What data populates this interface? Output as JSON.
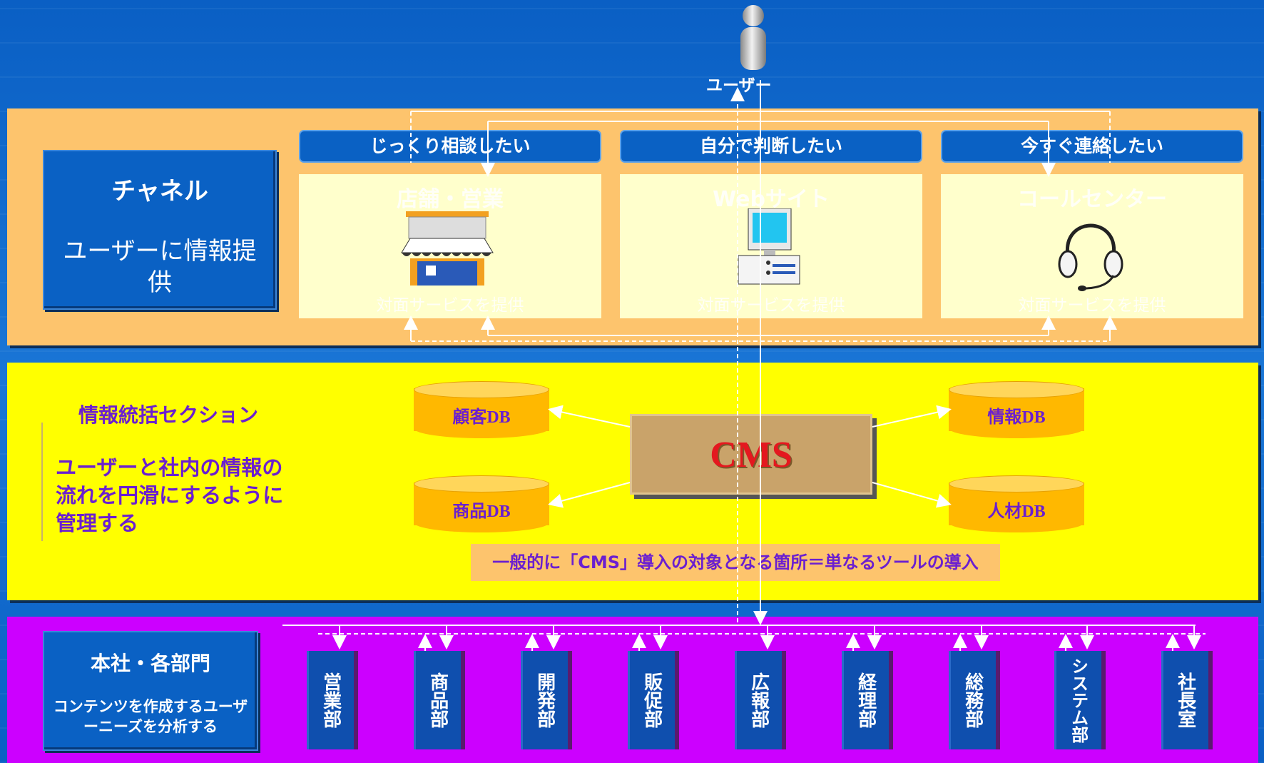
{
  "user": {
    "label": "ユーザー"
  },
  "channel": {
    "title": "チャネル",
    "subtitle": "ユーザーに情報提供",
    "needs": [
      "じっくり相談したい",
      "自分で判断したい",
      "今すぐ連絡したい"
    ],
    "panels": [
      {
        "title": "店舗・営業",
        "desc": "対面サービスを提供",
        "icon": "storefront-icon"
      },
      {
        "title": "Webサイト",
        "desc": "対面サービスを提供",
        "icon": "computer-icon"
      },
      {
        "title": "コールセンター",
        "desc": "対面サービスを提供",
        "icon": "headset-icon"
      }
    ]
  },
  "info": {
    "title": "情報統括セクション",
    "desc": "ユーザーと社内の情報の流れを円滑にするように管理する",
    "cms": "CMS",
    "dbs": [
      "顧客DB",
      "商品DB",
      "情報DB",
      "人材DB"
    ],
    "note": "一般的に「CMS」導入の対象となる箇所＝単なるツールの導入"
  },
  "dept": {
    "title": "本社・各部門",
    "subtitle": "コンテンツを作成するユーザーニーズを分析する",
    "items": [
      "営業部",
      "商品部",
      "開発部",
      "販促部",
      "広報部",
      "経理部",
      "総務部",
      "システム部",
      "社長室"
    ]
  },
  "colors": {
    "channel_band": "#fdc46d",
    "info_band": "#ffff00",
    "dept_band": "#cc00ff",
    "box_blue": "#0a61c4",
    "cms_text": "#e4181f",
    "section_text": "#6b1fd0"
  }
}
